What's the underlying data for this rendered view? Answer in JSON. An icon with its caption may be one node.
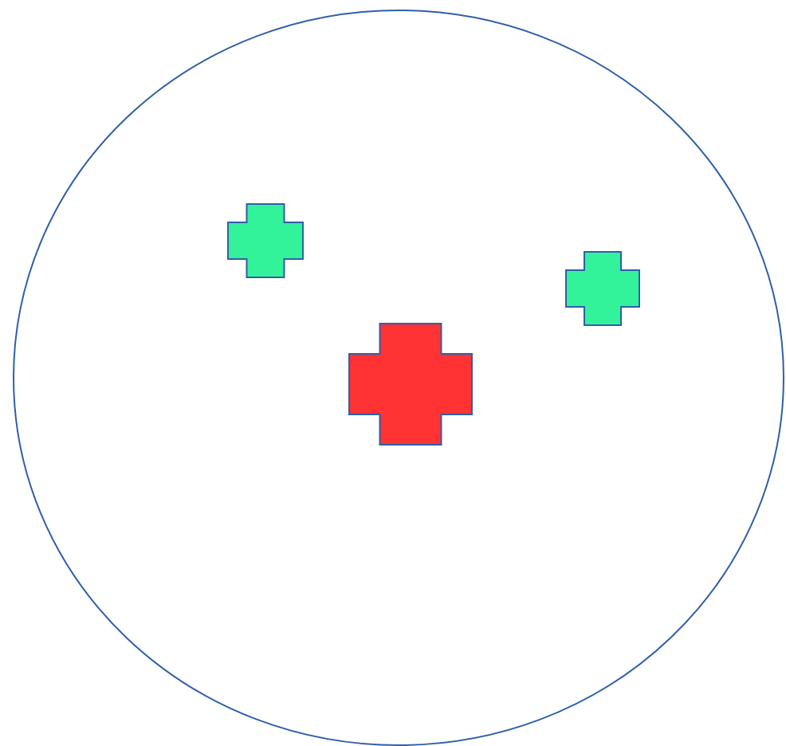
{
  "diagram": {
    "nodes": [
      {
        "text": [],
        "shape": "circle"
      },
      {
        "text": [],
        "shape": "cross",
        "in": 0
      },
      {
        "text": [],
        "shape": "cross",
        "in": 0
      },
      {
        "text": [],
        "shape": "cross",
        "in": 0
      }
    ]
  }
}
